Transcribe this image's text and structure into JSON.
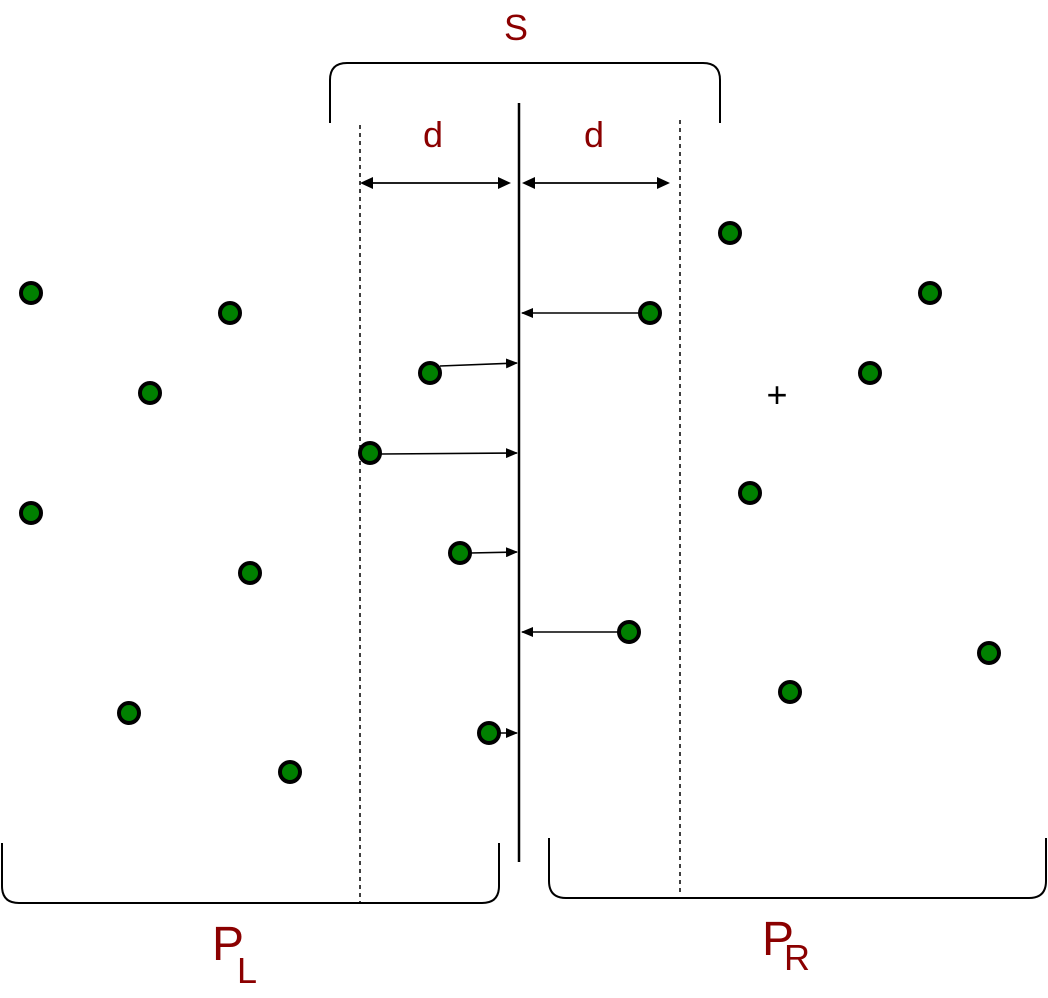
{
  "labels": {
    "strip": "S",
    "left_distance": "d",
    "right_distance": "d",
    "left_set_main": "P",
    "left_set_sub": "L",
    "right_set_main": "P",
    "right_set_sub": "R",
    "plus_marker": "+"
  },
  "colors": {
    "label_red": "#8b0000",
    "point_fill": "#008000",
    "point_stroke": "#000000",
    "line": "#000000"
  }
}
